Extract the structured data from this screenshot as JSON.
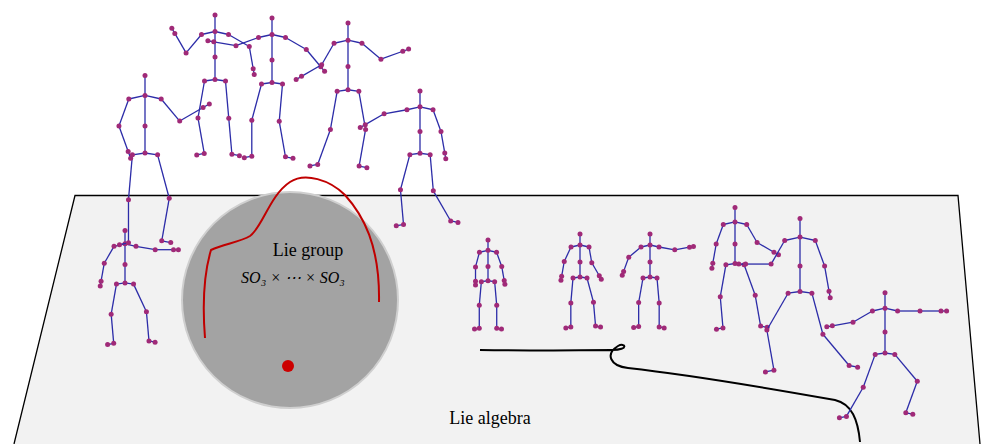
{
  "diagram": {
    "nodes": [
      {
        "text": [
          "Lie algebra"
        ]
      },
      {
        "text": [
          "Lie group",
          "SO₃ × ⋯ × SO₃"
        ]
      }
    ]
  }
}
